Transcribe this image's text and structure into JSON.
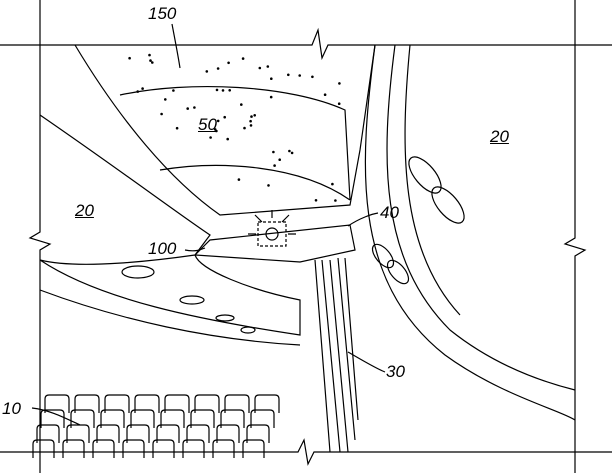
{
  "figure": {
    "labels": {
      "ceiling_stars": "150",
      "ceiling_panel": "50",
      "sidewall_left": "20",
      "sidewall_right": "20",
      "panel_edge": "40",
      "light_unit": "100",
      "partition": "30",
      "seats": "10"
    },
    "colors": {
      "ink": "#000000",
      "paper": "#ffffff"
    }
  }
}
